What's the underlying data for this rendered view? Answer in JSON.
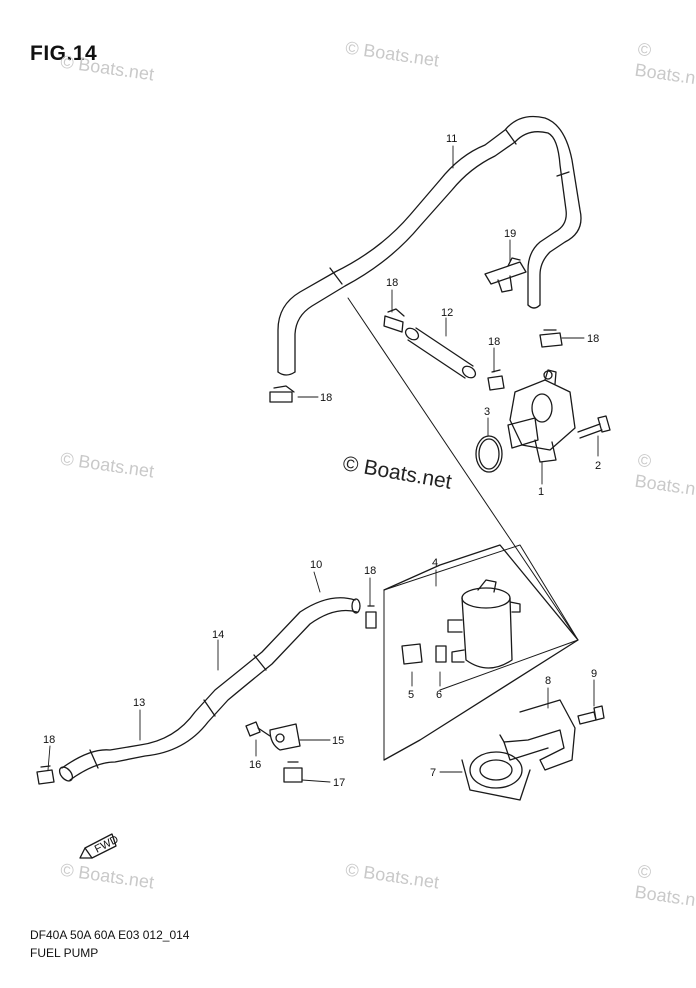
{
  "figure": {
    "title": "FIG.14"
  },
  "footer": {
    "model_line": "DF40A 50A 60A E03 012_014",
    "section_name": "FUEL PUMP"
  },
  "watermark": {
    "text": "© Boats.net"
  },
  "parts": [
    {
      "id": "p1",
      "number": "1"
    },
    {
      "id": "p2",
      "number": "2"
    },
    {
      "id": "p3",
      "number": "3"
    },
    {
      "id": "p4",
      "number": "4"
    },
    {
      "id": "p5",
      "number": "5"
    },
    {
      "id": "p6",
      "number": "6"
    },
    {
      "id": "p7",
      "number": "7"
    },
    {
      "id": "p8",
      "number": "8"
    },
    {
      "id": "p9",
      "number": "9"
    },
    {
      "id": "p10",
      "number": "10"
    },
    {
      "id": "p11",
      "number": "11"
    },
    {
      "id": "p12",
      "number": "12"
    },
    {
      "id": "p13",
      "number": "13"
    },
    {
      "id": "p14",
      "number": "14"
    },
    {
      "id": "p15",
      "number": "15"
    },
    {
      "id": "p16",
      "number": "16"
    },
    {
      "id": "p17",
      "number": "17"
    },
    {
      "id": "p18",
      "number": "18"
    },
    {
      "id": "p19",
      "number": "19"
    }
  ],
  "arrow_label": "FWD"
}
